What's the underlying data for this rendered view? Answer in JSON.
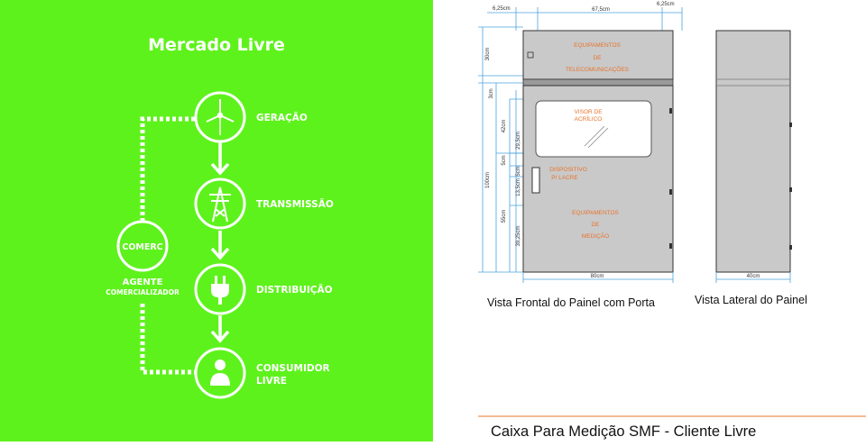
{
  "flow": {
    "title": "Mercado Livre",
    "steps": [
      {
        "label": "GERAÇÃO",
        "icon": "wind-turbine-icon"
      },
      {
        "label": "TRANSMISSÃO",
        "icon": "transmission-tower-icon"
      },
      {
        "label": "DISTRIBUIÇÃO",
        "icon": "power-plug-icon"
      },
      {
        "label_line1": "CONSUMIDOR",
        "label_line2": "LIVRE",
        "icon": "consumer-person-icon"
      }
    ],
    "agent": {
      "logo_text": "COMERC",
      "label_line1": "AGENTE",
      "label_line2": "COMERCIALIZADOR"
    },
    "colors": {
      "background": "#5ef21c",
      "foreground": "#ffffff"
    }
  },
  "drawing": {
    "top_dims": {
      "left": "6,25cm",
      "center": "67,5cm",
      "right": "6,25cm"
    },
    "side_dims": {
      "top_section": "30cm",
      "gap": "3cm",
      "window": "42cm",
      "window_inner": "29,5cm",
      "d5a": "5cm",
      "d5b": "5cm",
      "lock": "13,5cm",
      "total": "100cm",
      "lower": "55cm",
      "lower_inner": "39,25cm"
    },
    "front_labels": {
      "telecom_line1": "EQUIPAMENTOS",
      "telecom_line2": "DE",
      "telecom_line3": "TELECOMUNICAÇÕES",
      "visor_line1": "VISOR DE",
      "visor_line2": "ACRÍLICO",
      "seal_line1": "DISPOSITIVO",
      "seal_line2": "P/ LACRE",
      "measure_line1": "EQUIPAMENTOS",
      "measure_line2": "DE",
      "measure_line3": "MEDIÇÃO"
    },
    "bottom_dims": {
      "front_width": "80cm",
      "side_width": "40cm"
    },
    "captions": {
      "front": "Vista Frontal do Painel com Porta",
      "side": "Vista Lateral do Painel"
    },
    "footer_title": "Caixa Para Medição SMF - Cliente Livre",
    "colors": {
      "panel_fill": "#c9c9c9",
      "label_text": "#e8742c",
      "dimension_lines": "#4aa3df",
      "footer_rule": "#e8742c"
    }
  }
}
